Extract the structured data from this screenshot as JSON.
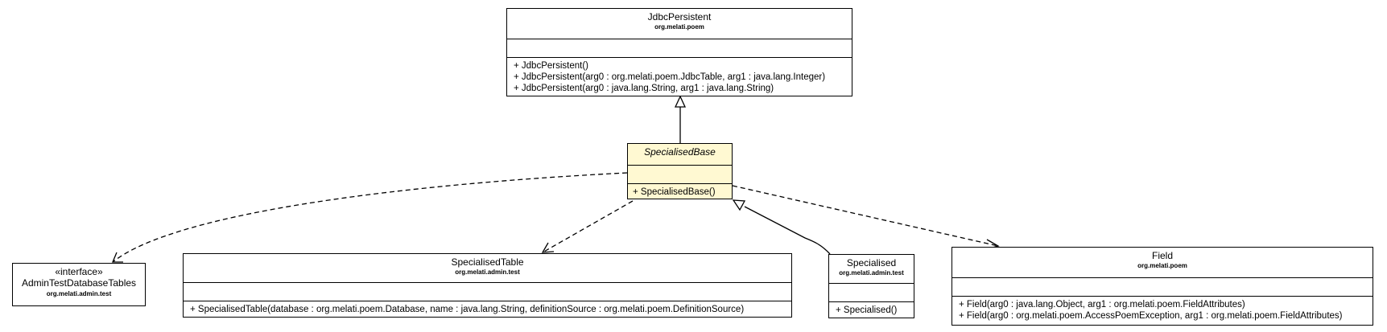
{
  "classes": {
    "jdbc_persistent": {
      "name": "JdbcPersistent",
      "package": "org.melati.poem",
      "operations": [
        "+ JdbcPersistent()",
        "+ JdbcPersistent(arg0 : org.melati.poem.JdbcTable, arg1 : java.lang.Integer)",
        "+ JdbcPersistent(arg0 : java.lang.String, arg1 : java.lang.String)"
      ]
    },
    "specialised_base": {
      "name": "SpecialisedBase",
      "operations": [
        "+ SpecialisedBase()"
      ]
    },
    "admin_test_database_tables": {
      "stereotype": "«interface»",
      "name": "AdminTestDatabaseTables",
      "package": "org.melati.admin.test"
    },
    "specialised_table": {
      "name": "SpecialisedTable",
      "package": "org.melati.admin.test",
      "operations": [
        "+ SpecialisedTable(database : org.melati.poem.Database, name : java.lang.String, definitionSource : org.melati.poem.DefinitionSource)"
      ]
    },
    "specialised": {
      "name": "Specialised",
      "package": "org.melati.admin.test",
      "operations": [
        "+ Specialised()"
      ]
    },
    "field": {
      "name": "Field",
      "package": "org.melati.poem",
      "operations": [
        "+ Field(arg0 : java.lang.Object, arg1 : org.melati.poem.FieldAttributes)",
        "+ Field(arg0 : org.melati.poem.AccessPoemException, arg1 : org.melati.poem.FieldAttributes)"
      ]
    }
  },
  "colors": {
    "highlight_fill": "#fff9d2",
    "line": "#000000",
    "background": "#ffffff"
  }
}
